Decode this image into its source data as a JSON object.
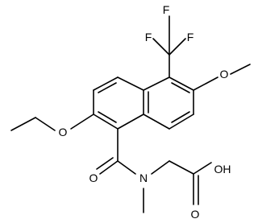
{
  "molecule": {
    "labels": {
      "f_top_left": "F",
      "f_top_right": "F",
      "f_bottom": "F",
      "o_methoxy": "O",
      "o_ethoxy": "O",
      "o_carbonyl": "O",
      "n_amide": "N",
      "oh_acid": "OH",
      "o_acid_carbonyl": "O"
    }
  }
}
